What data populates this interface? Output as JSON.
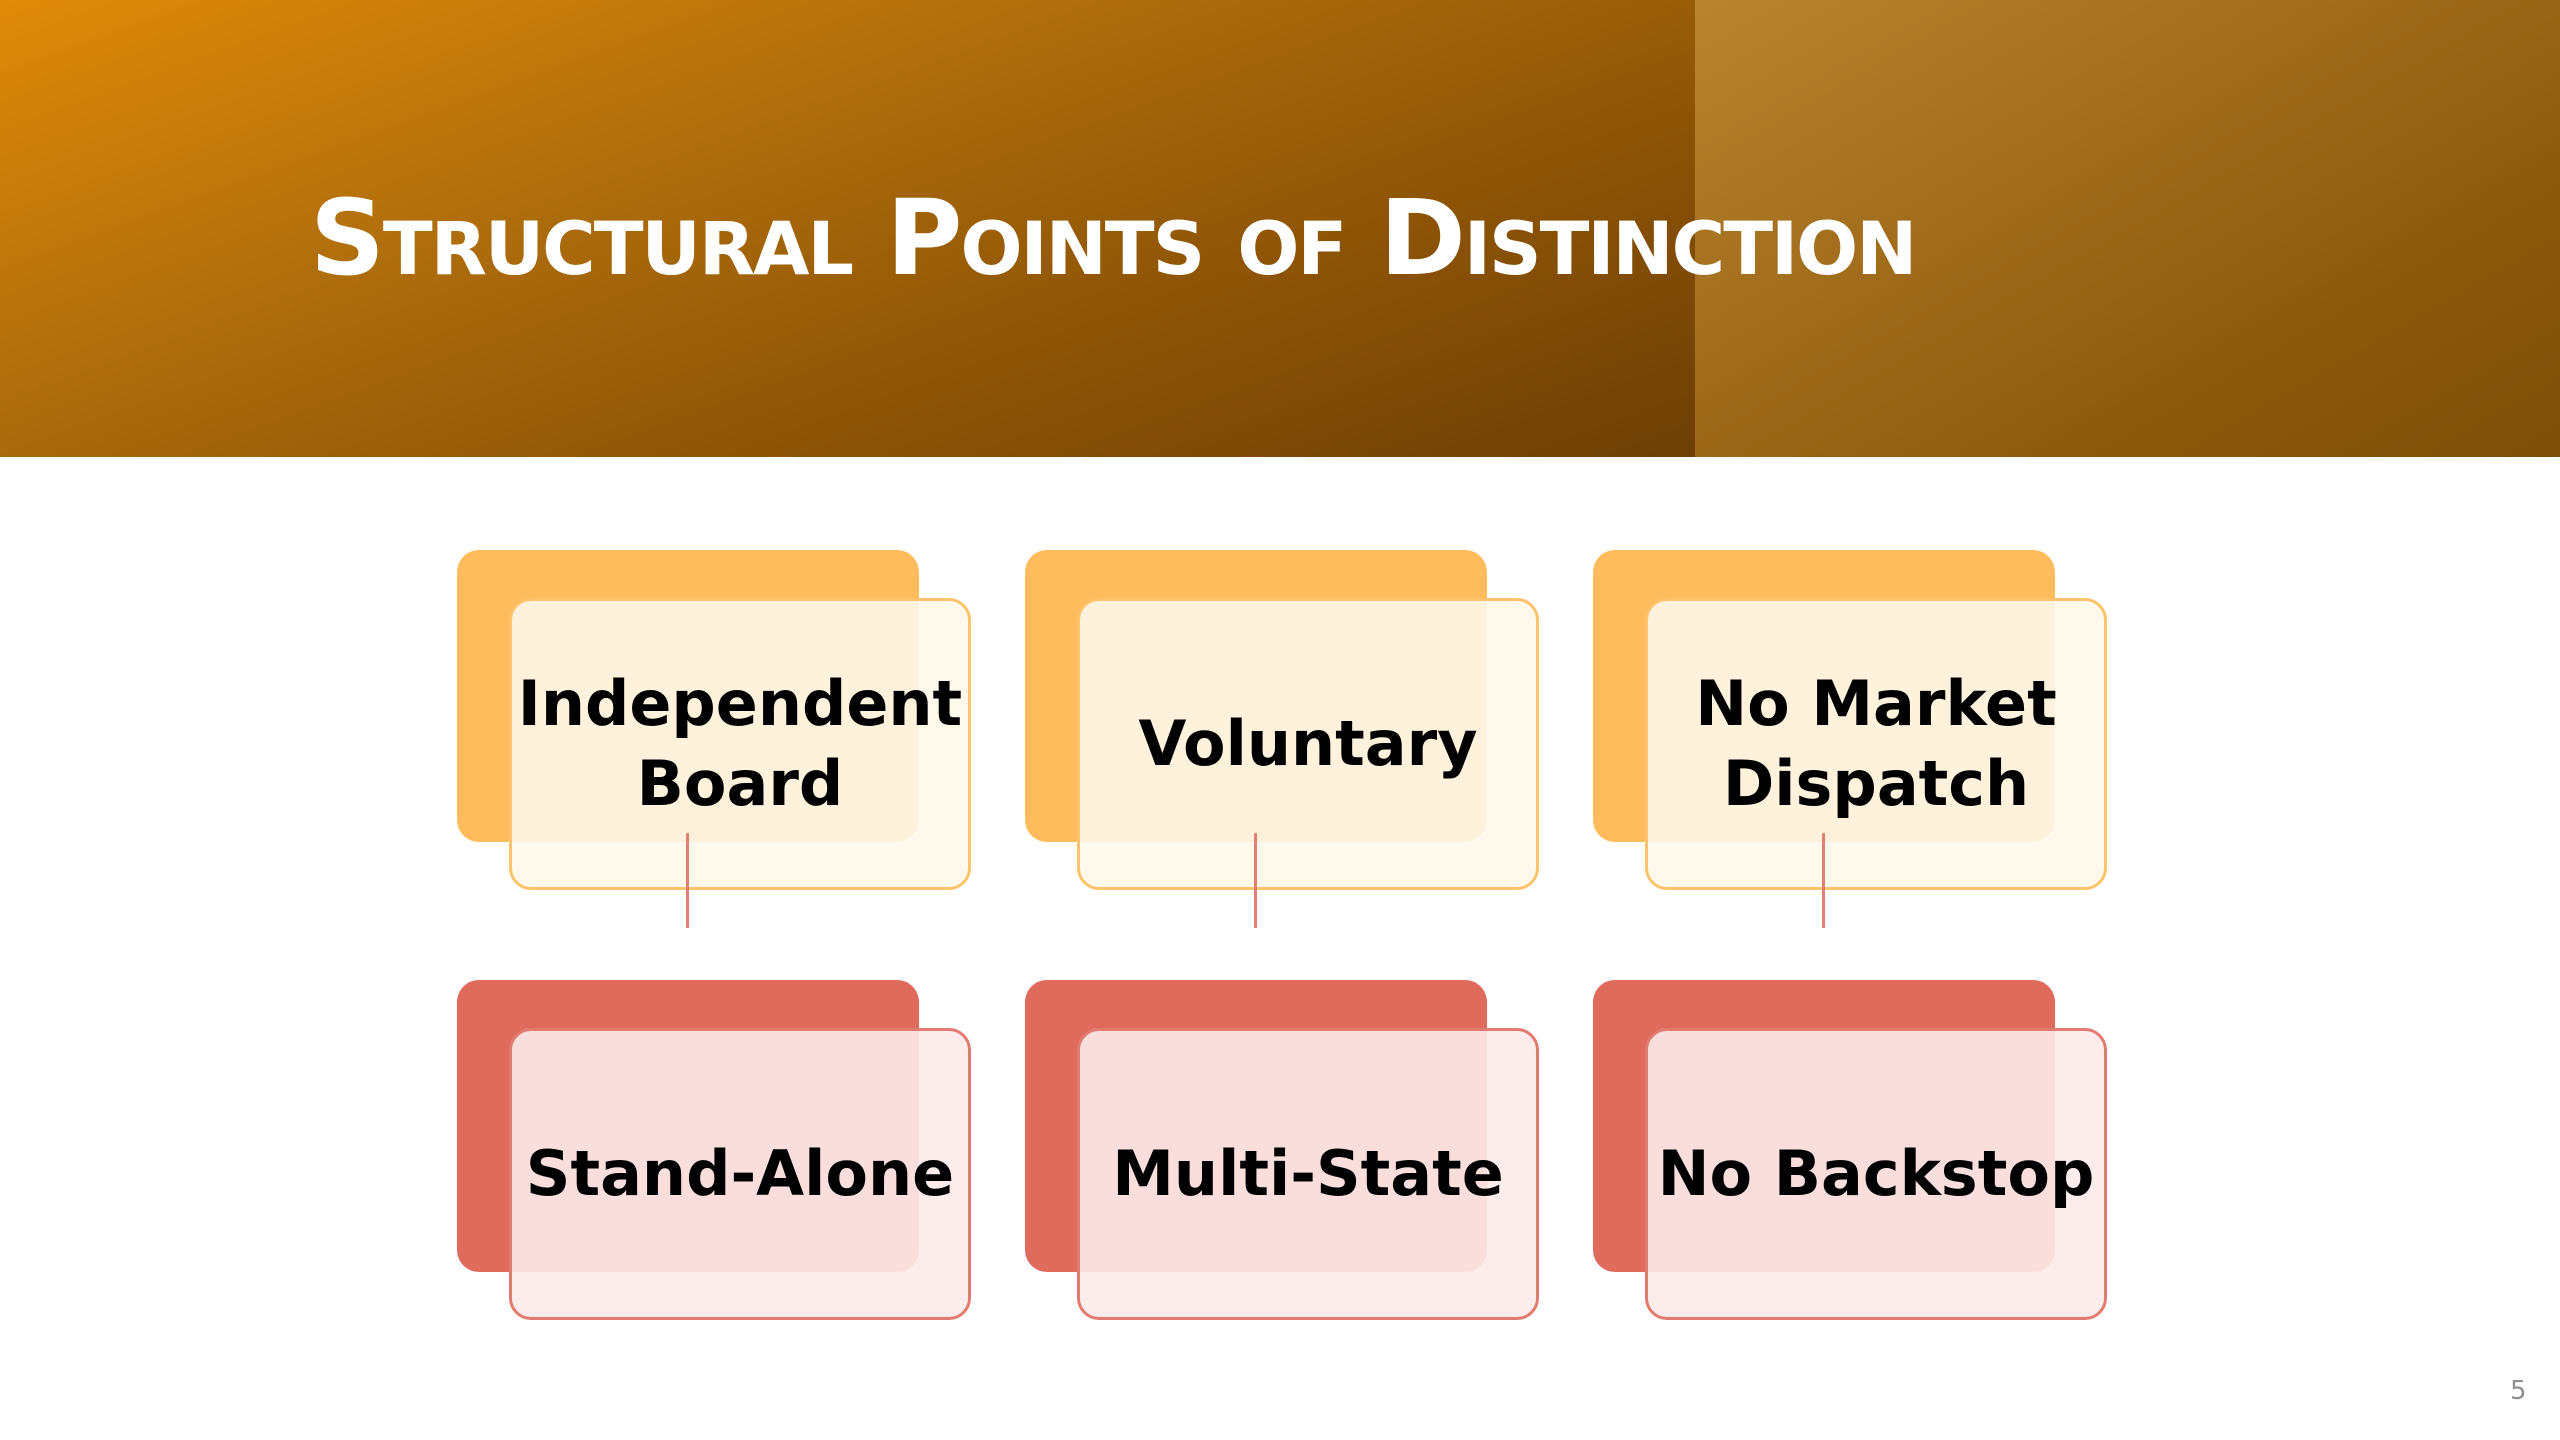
{
  "slide": {
    "title": "Structural Points of Distinction",
    "page_number": "5"
  },
  "colors": {
    "header_primary": "#8a5206",
    "header_accent": "#a06c1c",
    "top_card_back": "#ffbb5c",
    "top_card_border": "#ffc36b",
    "top_card_fill": "#fff8ea",
    "bottom_card_back": "#e06a5c",
    "bottom_card_border": "#e27b70",
    "bottom_card_fill": "#fcebea",
    "connector_line": "#e07f72"
  },
  "columns": [
    {
      "top": "Independent\nBoard",
      "bottom": "Stand-Alone"
    },
    {
      "top": "Voluntary",
      "bottom": "Multi-State"
    },
    {
      "top": "No Market\nDispatch",
      "bottom": "No Backstop"
    }
  ]
}
